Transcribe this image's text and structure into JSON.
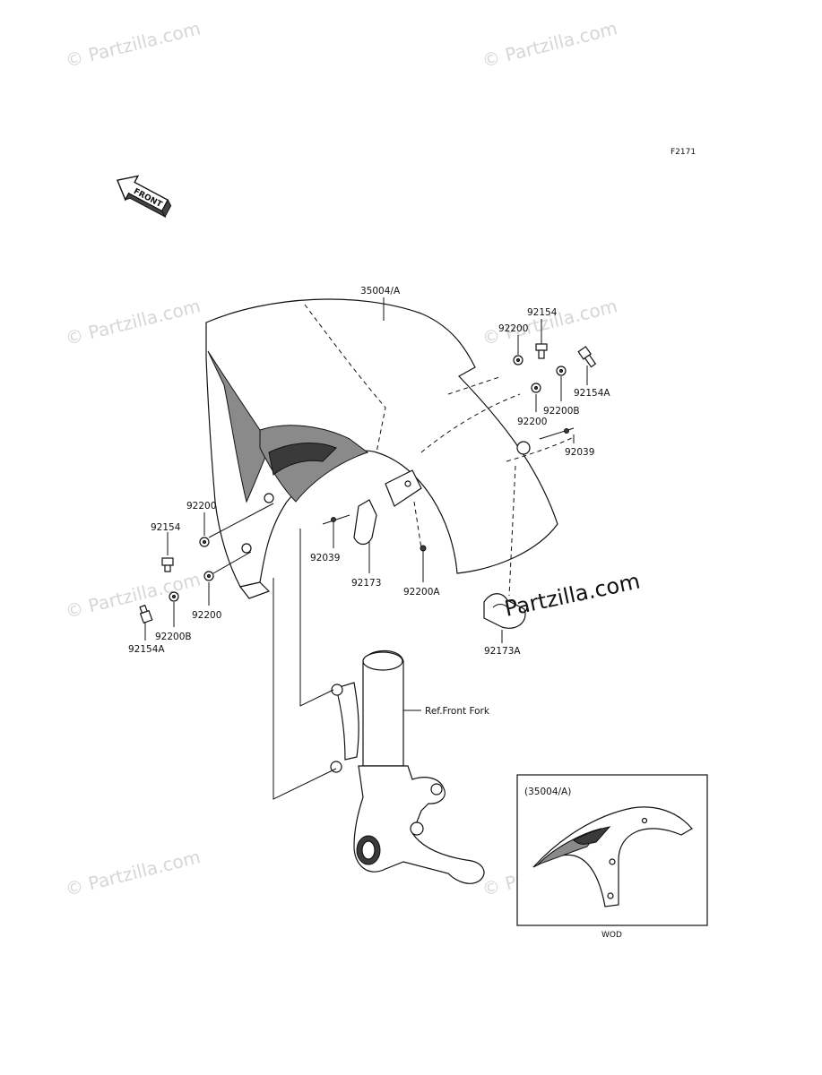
{
  "watermark": "© Partzilla.com",
  "watermark_large": "Partzilla.com",
  "figure_code": "F2171",
  "front_arrow_label": "FRONT",
  "parts": {
    "fender": "35004/A",
    "bolt_top": "92154",
    "washer_top_a": "92200",
    "bolt_top_right": "92154A",
    "washer_top_b": "92200B",
    "washer_top_c": "92200",
    "clip_right": "92039",
    "washer_left_a": "92200",
    "bolt_left": "92154",
    "clip_left": "92039",
    "bracket_left": "92173",
    "nut_center": "92200A",
    "washer_left_b": "92200",
    "washer_left_c": "92200B",
    "bolt_left_b": "92154A",
    "bracket_right": "92173A"
  },
  "reference_label": "Ref.Front Fork",
  "inset": {
    "title": "(35004/A)",
    "caption": "WOD"
  }
}
